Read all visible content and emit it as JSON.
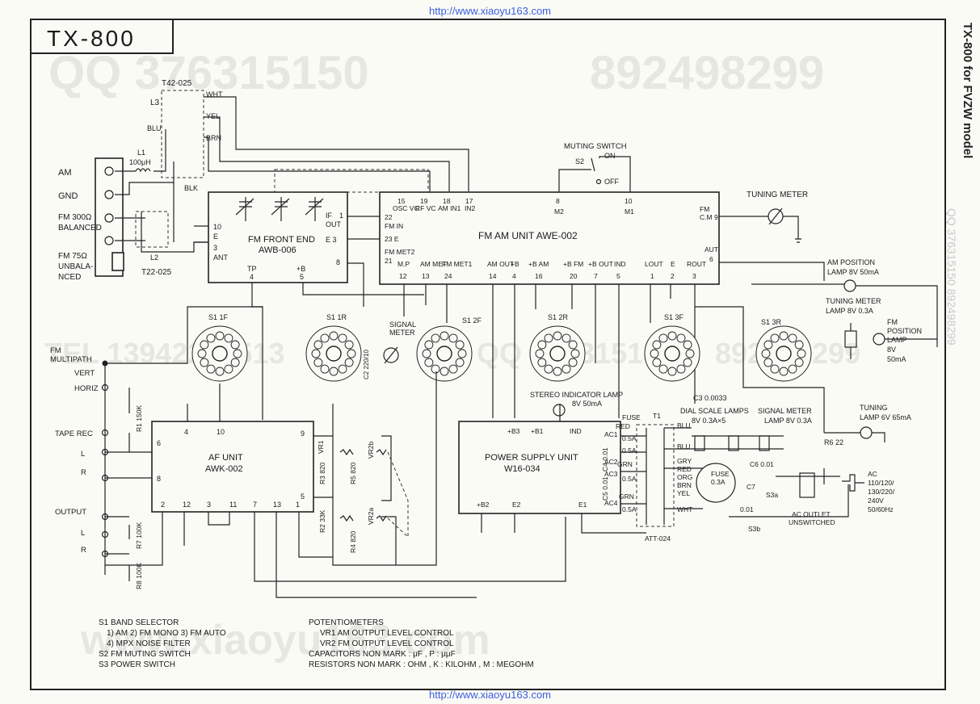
{
  "url_top": "http://www.xiaoyu163.com",
  "url_bottom": "http://www.xiaoyu163.com",
  "side_title": "TX-800 for FVZW model",
  "side_faint": "QQ 376315150  892498299",
  "title": "TX-800",
  "watermarks": [
    "QQ 376315150",
    "892498299",
    "TEL 13942296513",
    "QQ 376315150",
    "892498299",
    "www.xiaoyu163.com"
  ],
  "inputs": {
    "am": "AM",
    "gnd": "GND",
    "fm300_1": "FM 300Ω",
    "fm300_2": "BALANCED",
    "fm75_1": "FM 75Ω",
    "fm75_2": "UNBALA-",
    "fm75_3": "NCED"
  },
  "antenna": {
    "t42": "T42-025",
    "l3": "L3",
    "wht": "WHT",
    "yel": "YEL",
    "brn": "BRN",
    "blu": "BLU",
    "blk": "BLK",
    "l1": "L1",
    "l1v": "100μH",
    "l2": "L2",
    "t22": "T22-025"
  },
  "front_end": {
    "name1": "FM FRONT END",
    "name2": "AWB-006",
    "p10": "10",
    "pe": "E",
    "p3": "3",
    "ant": "ANT",
    "if_out1": "IF",
    "if_out2": "OUT",
    "p1": "1",
    "e3": "E 3",
    "p8": "8",
    "tp": "TP",
    "tp4": "4",
    "b": "+B",
    "b5": "5"
  },
  "fm_am": {
    "name": "FM AM UNIT     AWE-002",
    "p15": "15",
    "osc": "OSC VC",
    "p19": "19",
    "rf": "RF VC",
    "p18": "18",
    "amin": "AM IN1",
    "p17": "17",
    "in2": "IN2",
    "p8": "8",
    "m2": "M2",
    "p10": "10",
    "m1": "M1",
    "fmcm": "FM",
    "cm9": "C.M 9",
    "aut": "AUT",
    "aut6": "6",
    "p22": "22",
    "fmin": "FM IN",
    "p23": "23 E",
    "fmmet": "FM MET2",
    "p21": "21",
    "bot_labels": [
      "M.P",
      "AM MET",
      "FM MET1",
      "AM OUT",
      "+B",
      "+B AM",
      "+B FM",
      "+B OUT",
      "IND",
      "LOUT",
      "E",
      "ROUT"
    ],
    "bot_pins": [
      "12",
      "13",
      "24",
      "14",
      "4",
      "16",
      "20",
      "7",
      "5",
      "1",
      "2",
      "3"
    ]
  },
  "muting": {
    "label": "MUTING SWITCH",
    "s2": "S2",
    "on": "ON",
    "off": "OFF"
  },
  "tuning_meter": {
    "label": "TUNING METER"
  },
  "switches": {
    "s1f": "S1 1F",
    "s1r": "S1 1R",
    "s2f": "S1 2F",
    "s2r": "S1 2R",
    "s3f": "S1 3F",
    "s3r": "S1 3R",
    "signal_meter1": "SIGNAL",
    "signal_meter2": "METER",
    "c2": "C2 220/10",
    "c3": "C3 0.0033"
  },
  "lamps": {
    "am_pos1": "AM POSITION",
    "am_pos2": "LAMP 8V 50mA",
    "tm1": "TUNING METER",
    "tm2": "LAMP 8V 0.3A",
    "fm_pos1": "FM",
    "fm_pos2": "POSITION",
    "fm_pos3": "LAMP",
    "fm_pos4": "8V",
    "fm_pos5": "50mA",
    "stereo": "STEREO INDICATOR LAMP",
    "stereo2": "8V 50mA",
    "tuning1": "TUNING",
    "tuning2": "LAMP 6V 65mA",
    "dial1": "DIAL SCALE LAMPS",
    "dial2": "8V 0.3A×5",
    "sig1": "SIGNAL METER",
    "sig2": "LAMP 8V 0.3A",
    "r6": "R6 22"
  },
  "left_io": {
    "multipath1": "FM",
    "multipath2": "MULTIPATH",
    "vert": "VERT",
    "horiz": "HORIZ",
    "tape": "TAPE REC",
    "l": "L",
    "r": "R",
    "output": "OUTPUT",
    "l2": "L",
    "r2": "R",
    "r1": "R1 150K",
    "r7": "R7 100K",
    "r8": "R8 100K"
  },
  "af_unit": {
    "name1": "AF UNIT",
    "name2": "AWK-002",
    "p4": "4",
    "p10": "10",
    "p9": "9",
    "p6": "6",
    "p8": "8",
    "p5": "5",
    "bot": [
      "2",
      "12",
      "3",
      "11",
      "7",
      "13",
      "1"
    ],
    "vr1": "VR1",
    "r3": "R3 820",
    "r5": "R5 820",
    "vr2b": "VR2b",
    "r2": "R2 33K",
    "vr2a": "VR2a",
    "r4": "R4 820"
  },
  "power": {
    "name1": "POWER SUPPLY UNIT",
    "name2": "W16-034",
    "b3": "+B3",
    "b1": "+B1",
    "ind": "IND",
    "ac1": "AC1",
    "ac2": "AC2",
    "ac3": "AC3",
    "ac4": "AC4",
    "b2": "+B2",
    "e2": "E2",
    "e1": "E1",
    "fuse": "FUSE",
    "red": "RED",
    "f1": "0.5A",
    "f2": "0.5A",
    "f3": "0.5A",
    "f4": "0.5A",
    "grn": "GRN",
    "grn2": "GRN",
    "t1": "T1",
    "att": "ATT-024",
    "blu": "BLU",
    "blu2": "BLU",
    "gry": "GRY",
    "red2": "RED",
    "org": "ORG",
    "brn": "BRN",
    "yel": "YEL",
    "wht": "WHT",
    "fuse2": "FUSE",
    "fuse3": "0.3A",
    "c6": "C6 0.01",
    "c7": "C7",
    "c001": "0.01",
    "s3a": "S3a",
    "s3b": "S3b",
    "c4": "C4 0.01",
    "c5": "C5 0.01",
    "outlet1": "AC OUTLET",
    "outlet2": "UNSWITCHED",
    "ac": [
      "AC",
      "110/120/",
      "130/220/",
      "240V",
      "50/60Hz"
    ]
  },
  "legend": {
    "s1": "S1  BAND SELECTOR",
    "s1a": "1) AM     2) FM MONO     3) FM AUTO",
    "s1b": "4) MPX NOISE FILTER",
    "s2": "S2  FM MUTING SWITCH",
    "s3": "S3  POWER SWITCH",
    "pot": "POTENTIOMETERS",
    "vr1": "VR1  AM OUTPUT LEVEL CONTROL",
    "vr2": "VR2  FM OUTPUT LEVEL CONTROL",
    "cap": "CAPACITORS      NON MARK : μF ,  P : μμF",
    "res": "RESISTORS       NON MARK : OHM ,  K : KILOHM  ,  M : MEGOHM"
  }
}
